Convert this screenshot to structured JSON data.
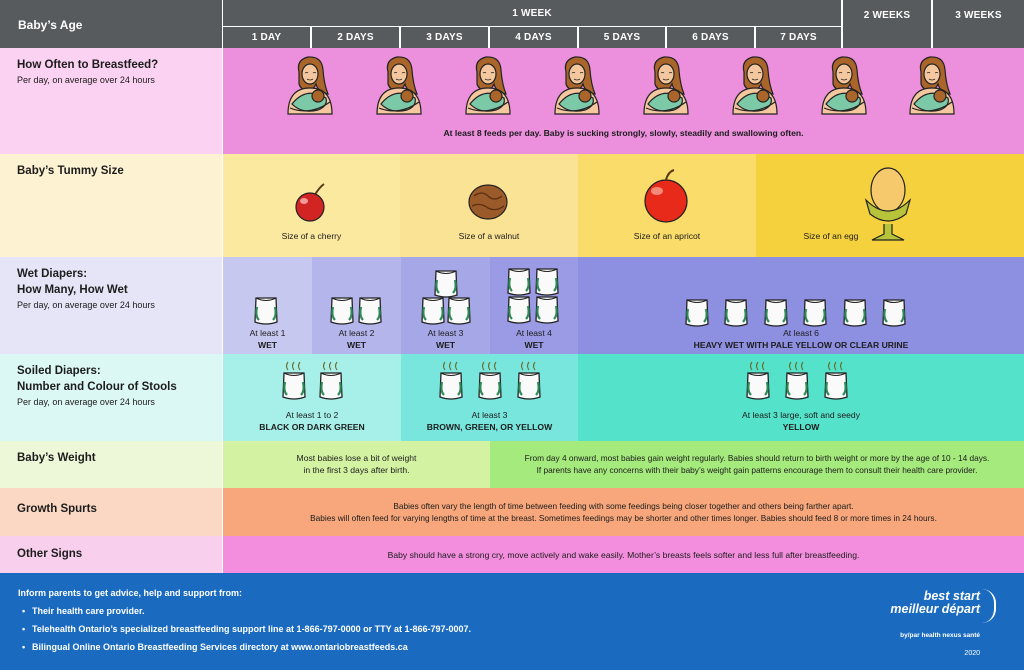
{
  "header": {
    "age_label": "Baby’s Age",
    "week1_label": "1 WEEK",
    "days": [
      "1 DAY",
      "2 DAYS",
      "3 DAYS",
      "4 DAYS",
      "5 DAYS",
      "6 DAYS",
      "7 DAYS"
    ],
    "week2_label": "2 WEEKS",
    "week3_label": "3 WEEKS"
  },
  "breastfeed": {
    "title": "How Often to Breastfeed?",
    "subtitle": "Per day, on average over 24 hours",
    "note": "At least 8 feeds per day. Baby is sucking strongly, slowly, steadily and swallowing often."
  },
  "tummy": {
    "title": "Baby’s Tummy Size",
    "cherry": "Size of a cherry",
    "walnut": "Size of a walnut",
    "apricot": "Size of an apricot",
    "egg": "Size of an egg"
  },
  "wet": {
    "title1": "Wet Diapers:",
    "title2": "How Many, How Wet",
    "subtitle": "Per day, on average over 24 hours",
    "d1a": "At least 1",
    "d1b": "WET",
    "d2a": "At least 2",
    "d2b": "WET",
    "d3a": "At least 3",
    "d3b": "WET",
    "d4a": "At least 4",
    "d4b": "WET",
    "d5a": "At least 6",
    "d5b": "HEAVY WET WITH PALE YELLOW OR CLEAR URINE"
  },
  "soiled": {
    "title1": "Soiled Diapers:",
    "title2": "Number and Colour of Stools",
    "subtitle": "Per day, on average over 24 hours",
    "a1": "At least 1 to 2",
    "a2": "BLACK OR DARK GREEN",
    "b1": "At least 3",
    "b2": "BROWN, GREEN, OR YELLOW",
    "c1": "At least 3 large, soft and seedy",
    "c2": "YELLOW"
  },
  "weight": {
    "title": "Baby’s Weight",
    "left1": "Most babies lose a bit of weight",
    "left2": "in the first 3 days after birth.",
    "right1": "From day 4 onward, most babies gain weight regularly. Babies should return to birth weight or more by the age of 10 - 14 days.",
    "right2": "If parents have any concerns with their baby’s weight gain patterns encourage them to consult their health care provider."
  },
  "growth": {
    "title": "Growth Spurts",
    "line1": "Babies often vary the length of time between feeding with some feedings being closer together and others being farther apart.",
    "line2": "Babies will often feed for varying lengths of time at the breast. Sometimes feedings may be shorter and other times longer. Babies should feed 8 or more times in 24 hours."
  },
  "other": {
    "title": "Other Signs",
    "text": "Baby should have a strong cry, move actively and wake easily. Mother’s breasts feels softer and less full after breastfeeding."
  },
  "footer": {
    "intro": "Inform parents to get advice, help and support from:",
    "items": [
      "Their health care provider.",
      "Telehealth Ontario’s specialized breastfeeding support line at 1-866-797-0000 or TTY at 1-866-797-0007.",
      "Bilingual Online Ontario Breastfeeding Services directory at www.ontariobreastfeeds.ca"
    ],
    "brand1": "best start",
    "brand2": "meilleur départ",
    "brand3": "by/par health nexus santé",
    "year": "2020"
  },
  "colors": {
    "header": "#585b5e",
    "breastfeed": "#ec8fdd",
    "tummy_light": "#fbe9a0",
    "tummy_dark": "#f6d13e",
    "wet_light": "#c7c8ef",
    "wet_mid": "#a6a7e6",
    "wet_dark": "#8d8fe0",
    "soiled_light": "#a7f0ea",
    "soiled_mid": "#78e6dd",
    "soiled_dark": "#55e2ca",
    "weight_light": "#d3f3a2",
    "weight_dark": "#a5ea7c",
    "growth": "#f7a77b",
    "other": "#f38ede",
    "footer": "#1a6bc0"
  }
}
